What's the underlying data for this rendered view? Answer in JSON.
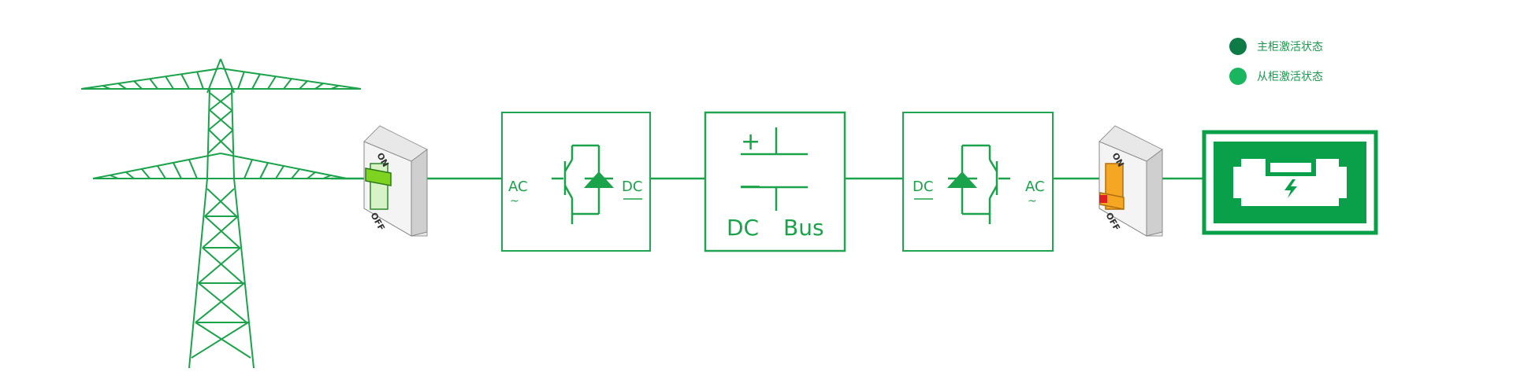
{
  "colors": {
    "line": "#1aa34a",
    "module_border": "#22a553",
    "master_dot": "#0e7a45",
    "slave_dot": "#19b55f",
    "breaker_on_handle": "#7ed321",
    "breaker_fault_handle": "#f5a623",
    "breaker_fault_mark": "#e02020"
  },
  "legend": [
    {
      "label": "主柜激活状态",
      "color": "#0e7a45"
    },
    {
      "label": "从柜激活状态",
      "color": "#19b55f"
    }
  ],
  "breaker_left": {
    "on_label": "ON",
    "off_label": "OFF",
    "state": "on"
  },
  "breaker_right": {
    "on_label": "ON",
    "off_label": "OFF",
    "state": "fault"
  },
  "rectifier": {
    "ac_label": "AC",
    "dc_label": "DC"
  },
  "dc_bus": {
    "label_dc": "DC",
    "label_bus": "Bus",
    "plus": "+",
    "minus": "—"
  },
  "inverter": {
    "dc_label": "DC",
    "ac_label": "AC"
  },
  "icons": {
    "tower": "power-transmission-tower-icon",
    "load": "battery-charge-icon"
  }
}
